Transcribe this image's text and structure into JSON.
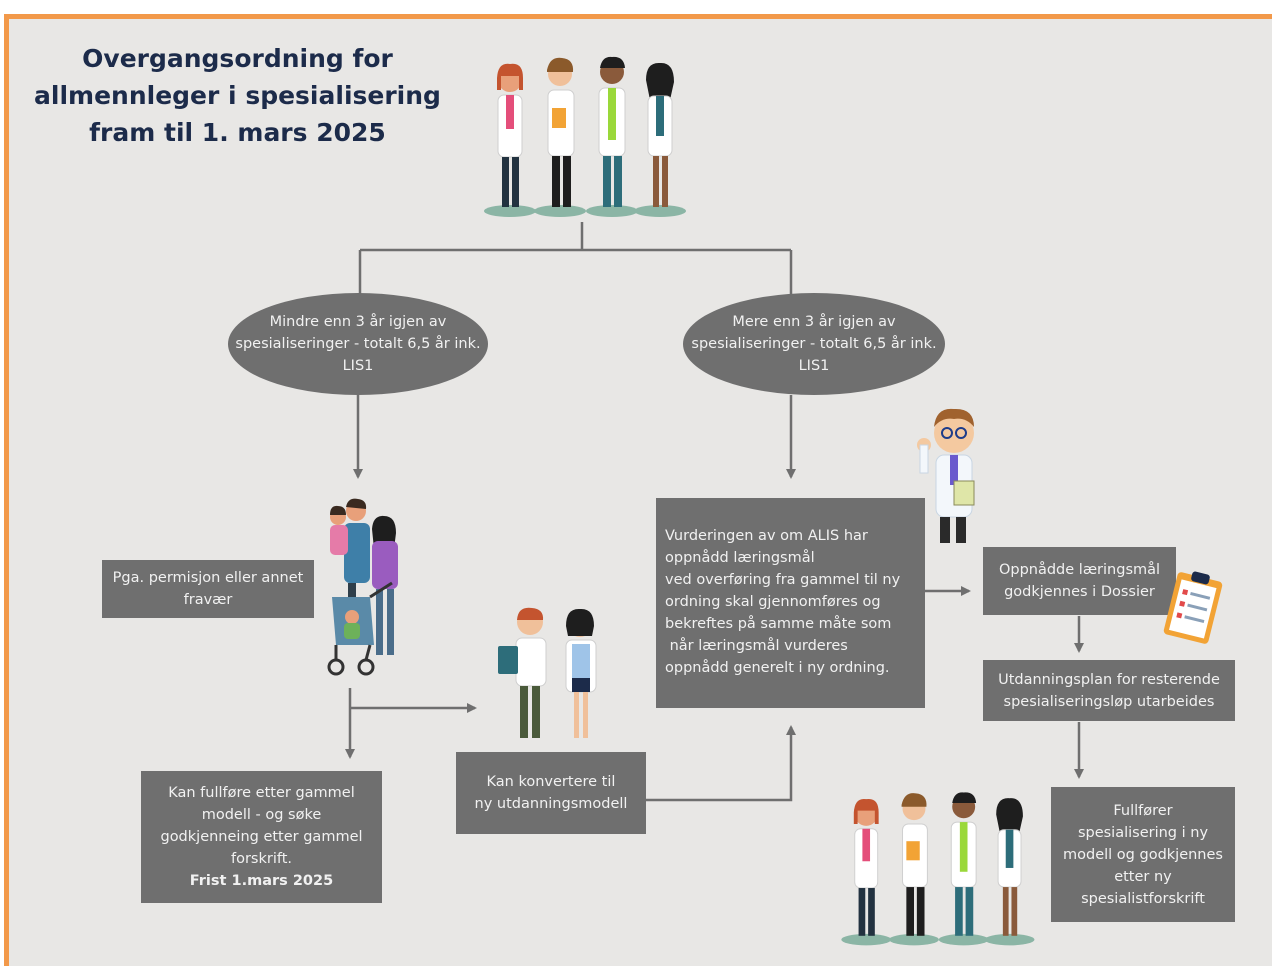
{
  "title": {
    "line1": "Overgangsordning for",
    "line2": "allmennleger i spesialisering",
    "line3": "fram til 1. mars 2025"
  },
  "colors": {
    "border": "#f2994a",
    "background": "#e8e7e5",
    "box": "#6f6f6f",
    "box_text": "#f1f1f1",
    "title": "#1c2b4a"
  },
  "branches": {
    "left": {
      "line1": "Mindre enn 3 år igjen av",
      "line2": "spesialiseringer  - totalt 6,5 år ink.",
      "line3": "LIS1"
    },
    "right": {
      "line1": "Mere enn 3 år igjen av",
      "line2": "spesialiseringer  - totalt 6,5 år ink.",
      "line3": "LIS1"
    }
  },
  "boxes": {
    "absence": {
      "line1": "Pga. permisjon eller annet",
      "line2": "fravær"
    },
    "old_model": {
      "line1": "Kan fullføre  etter gammel",
      "line2": "modell - og søke",
      "line3": "godkjenneing  etter gammel",
      "line4": "forskrift.",
      "deadline": "Frist 1.mars 2025"
    },
    "convert": {
      "line1": "Kan konvertere til",
      "line2": "ny utdanningsmodell"
    },
    "assessment": {
      "line1": "Vurderingen av om ALIS har",
      "line2": "oppnådd læringsmål",
      "line3": "ved overføring fra gammel til ny",
      "line4": "ordning skal gjennomføres og",
      "line5": "bekreftes på samme måte som",
      "line6": " når læringsmål vurderes",
      "line7": "oppnådd generelt i ny ordning."
    },
    "approved": {
      "line1": "Oppnådde læringsmål",
      "line2": "godkjennes i Dossier"
    },
    "plan": {
      "line1": "Utdanningsplan for resterende",
      "line2": "spesialiseringsløp utarbeides"
    },
    "complete": {
      "line1": "Fullfører",
      "line2": "spesialisering i ny",
      "line3": "modell og godkjennes",
      "line4": "etter ny",
      "line5": "spesialistforskrift"
    }
  },
  "illustrations": {
    "top_group": "doctor-group-icon",
    "family": "family-with-stroller-icon",
    "pair": "doctor-pair-icon",
    "single": "doctor-thumbs-up-icon",
    "clipboard": "clipboard-checklist-icon",
    "bottom_group": "doctor-group-icon"
  }
}
